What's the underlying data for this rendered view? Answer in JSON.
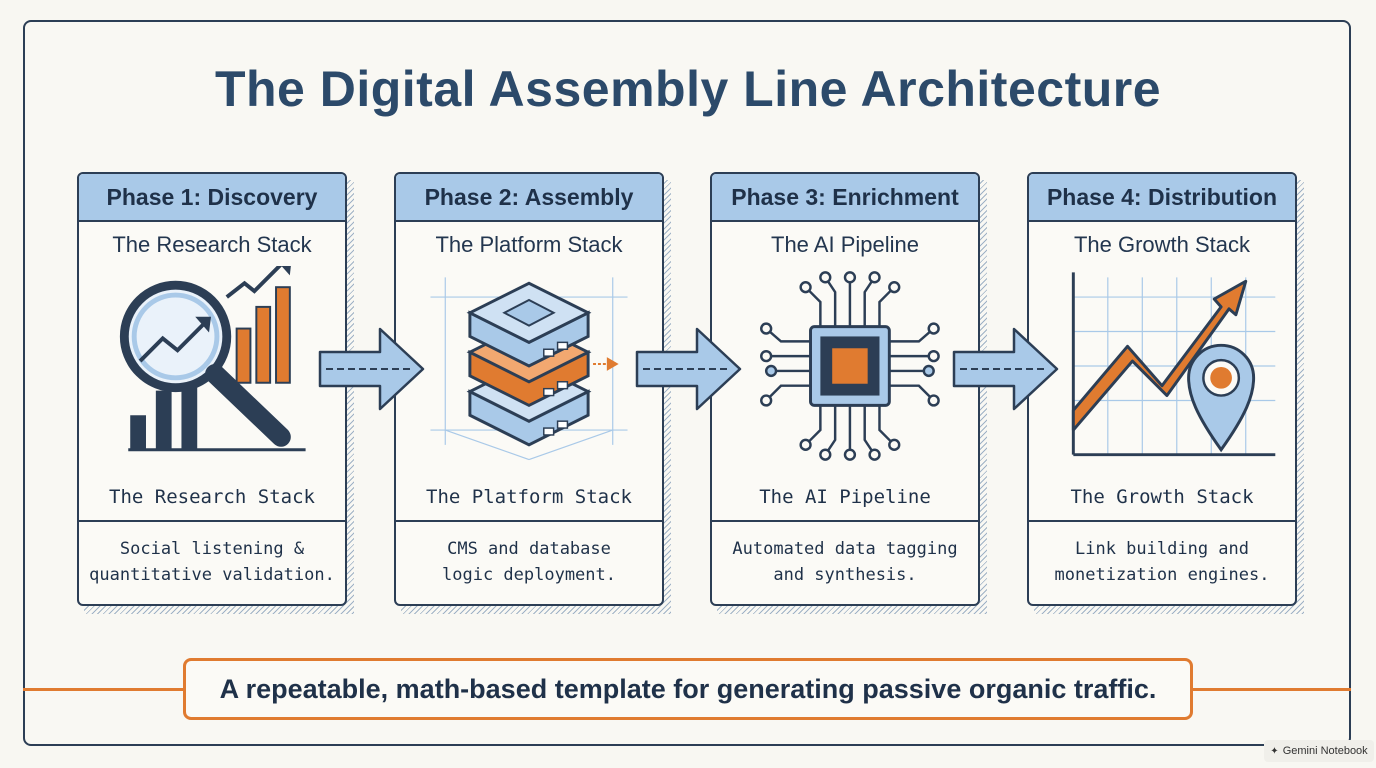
{
  "title": "The Digital Assembly Line Architecture",
  "phases": [
    {
      "header": "Phase 1: Discovery",
      "subtitle": "The Research Stack",
      "mono_label": "The Research Stack",
      "description": "Social listening &\nquantitative validation.",
      "icon": "magnifier-chart-icon"
    },
    {
      "header": "Phase 2: Assembly",
      "subtitle": "The Platform Stack",
      "mono_label": "The Platform Stack",
      "description": "CMS and database\nlogic deployment.",
      "icon": "server-stack-icon"
    },
    {
      "header": "Phase 3: Enrichment",
      "subtitle": "The AI Pipeline",
      "mono_label": "The AI Pipeline",
      "description": "Automated data tagging\nand synthesis.",
      "icon": "ai-chip-icon"
    },
    {
      "header": "Phase 4: Distribution",
      "subtitle": "The Growth Stack",
      "mono_label": "The Growth Stack",
      "description": "Link building and\nmonetization engines.",
      "icon": "growth-chart-pin-icon"
    }
  ],
  "banner": "A repeatable, math-based template for generating passive organic traffic.",
  "watermark": "Gemini Notebook",
  "colors": {
    "navy": "#2c3e55",
    "light_blue": "#a9c9e8",
    "orange": "#e07b30",
    "background": "#f8f7f2"
  }
}
